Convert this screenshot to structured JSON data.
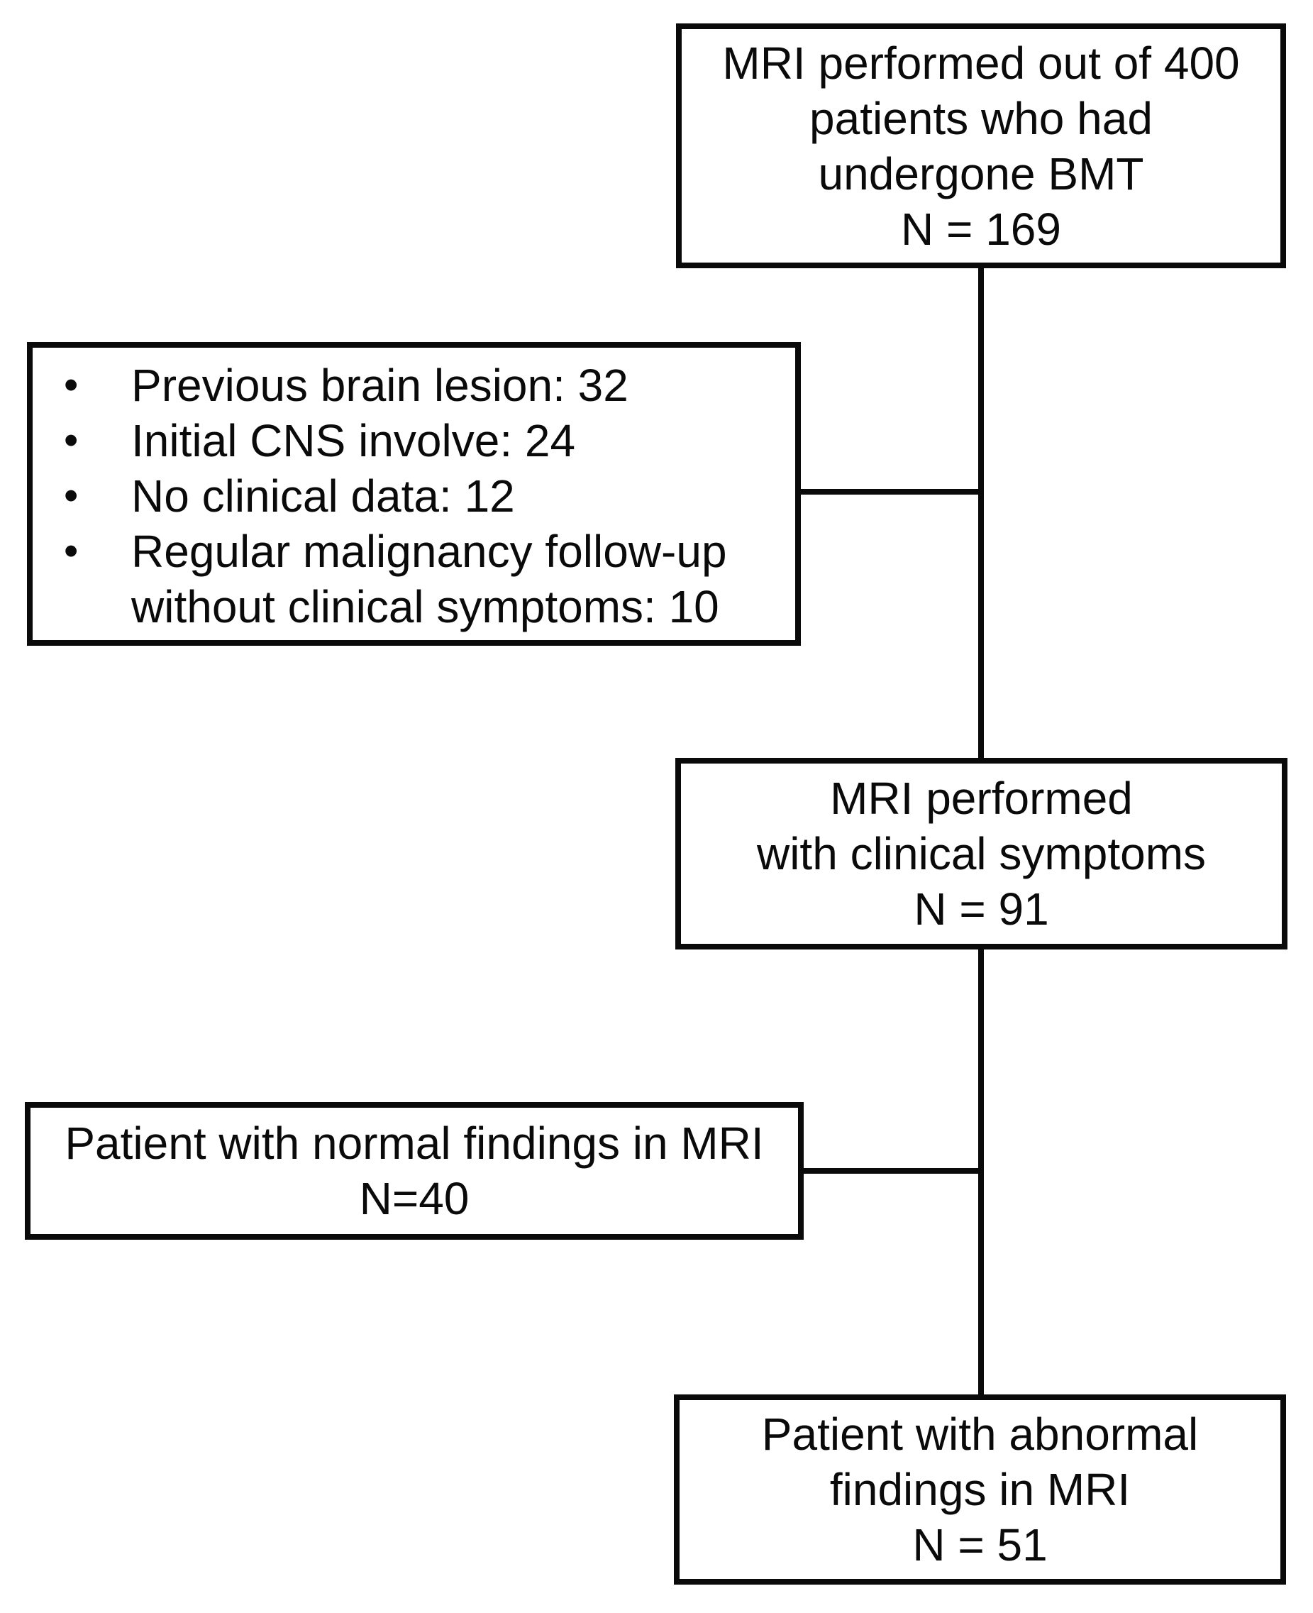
{
  "colors": {
    "background": "#ffffff",
    "line": "#0a0a0a",
    "text": "#0a0a0a",
    "box_fill": "#ffffff"
  },
  "flowchart": {
    "top_box": {
      "lines": [
        "MRI performed out of 400",
        "patients who had",
        "undergone BMT",
        "N = 169"
      ]
    },
    "exclusion_box": {
      "bullet_glyph": "•",
      "items": [
        "Previous brain lesion: 32",
        "Initial CNS involve: 24",
        "No clinical data: 12",
        "Regular malignancy follow-up without clinical symptoms: 10"
      ]
    },
    "middle_box": {
      "lines": [
        "MRI performed",
        "with clinical symptoms",
        "N = 91"
      ]
    },
    "normal_box": {
      "lines": [
        "Patient with normal findings in MRI",
        "N=40"
      ]
    },
    "abnormal_box": {
      "lines": [
        "Patient with abnormal",
        "findings in MRI",
        "N = 51"
      ]
    }
  }
}
